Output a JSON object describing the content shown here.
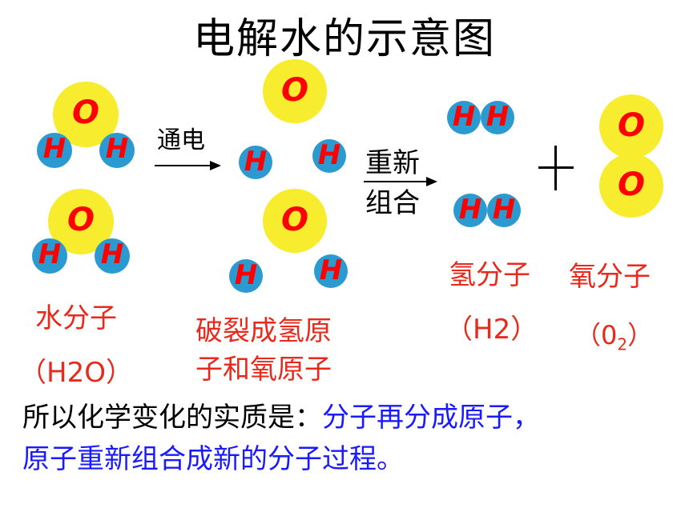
{
  "title": "电解水的示意图",
  "atoms": {
    "oxygen": "O",
    "hydrogen": "H"
  },
  "steps": {
    "step1": "通电",
    "step2_line1": "重新",
    "step2_line2": "组合"
  },
  "labels": {
    "water_line1": "水分子",
    "water_line2": "（H2O）",
    "break_line1": "破裂成氢原",
    "break_line2": "子和氧原子",
    "hydrogen_molecule": "氢分子",
    "hydrogen_formula": "（H2）",
    "oxygen_molecule": "氧分子",
    "oxygen_formula_open": "（0",
    "oxygen_formula_sub": "2",
    "oxygen_formula_close": "）"
  },
  "conclusion": {
    "prefix": "所以化学变化的实质是：",
    "part1": "分子再分成原子，",
    "part2": "原子重新组合成新的分子过程。"
  },
  "colors": {
    "oxygen_atom": "#f7ec2e",
    "hydrogen_atom": "#2a9ad0",
    "symbol": "#ff0000",
    "caption": "#e8291b",
    "highlight": "#1a1aff"
  }
}
